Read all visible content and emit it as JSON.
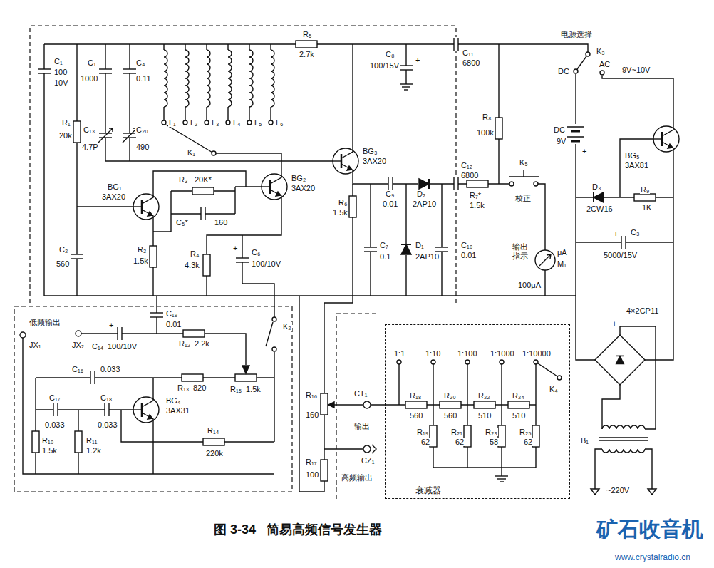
{
  "diagram": {
    "caption": "图 3-34   简易高频信号发生器",
    "nodes": [
      {
        "text": [
          "衰减器"
        ]
      }
    ],
    "labels": [
      "C₁",
      "100",
      "10V",
      "C₁",
      "1000",
      "C₄",
      "0.11",
      "R₁",
      "20k",
      "C₁₃",
      "4.7P",
      "C₂₀",
      "490",
      "L₁",
      "L₂",
      "L₃",
      "L₄",
      "L₅",
      "L₆",
      "K₁",
      "R₅",
      "2.7k",
      "C₈",
      "100/15V",
      "+",
      "C₁₁",
      "6800",
      "R₈",
      "100k",
      "电源选择",
      "K₃",
      "DC",
      "AC",
      "9V~10V",
      "DC",
      "9V",
      "+",
      "BG₁",
      "3AX20",
      "R₃",
      "20K*",
      "C₅*",
      "160",
      "BG₂",
      "3AX20",
      "BG₃",
      "3AX20",
      "R₆",
      "1.5k",
      "C₉",
      "0.01",
      "D₂",
      "2AP10",
      "C₁₂",
      "6800",
      "R₇*",
      "1.5k",
      "K₅",
      "校正",
      "D₃",
      "2CW16",
      "R₉",
      "1K",
      "BG₅",
      "3AX81",
      "+",
      "C₃",
      "5000/15V",
      "C₂",
      "560",
      "R₂",
      "1.5k",
      "R₄",
      "4.3k",
      "+",
      "C₆",
      "100/10V",
      "C₇",
      "0.1",
      "D₁",
      "2AP10",
      "C₁₀",
      "0.01",
      "μA",
      "输出 指示",
      "M₁",
      "100μA",
      "4×2CP11",
      "+",
      "低频输出",
      "JX₁",
      "JX₂",
      "+",
      "C₁₄",
      "100/10V",
      "C₁₉",
      "0.01",
      "R₁₂",
      "2.2k",
      "K₂",
      "C₁₆",
      "0.033",
      "R₁₃",
      "820",
      "R₁₅",
      "1.5k",
      "C₁₇",
      "0.033",
      "C₁₈",
      "0.033",
      "BG₄",
      "3AX31",
      "R₁₄",
      "220k",
      "R₁₀",
      "1.5k",
      "R₁₁",
      "1.2k",
      "R₁₆",
      "160",
      "R₁₇",
      "100",
      "CT₁",
      "输出",
      "CZ₁",
      "高频输出",
      "K₄",
      "1:1",
      "1:10",
      "1:100",
      "1:1000",
      "1:10000",
      "R₁₈",
      "560",
      "R₂₀",
      "560",
      "R₂₂",
      "510",
      "R₂₄",
      "510",
      "R₁₉",
      "62",
      "R₂₁",
      "62",
      "R₂₃",
      "58",
      "R₂₅",
      "62",
      "B₁",
      "~220V",
      "矿石收音机",
      "www.crystalradio.cn"
    ]
  }
}
